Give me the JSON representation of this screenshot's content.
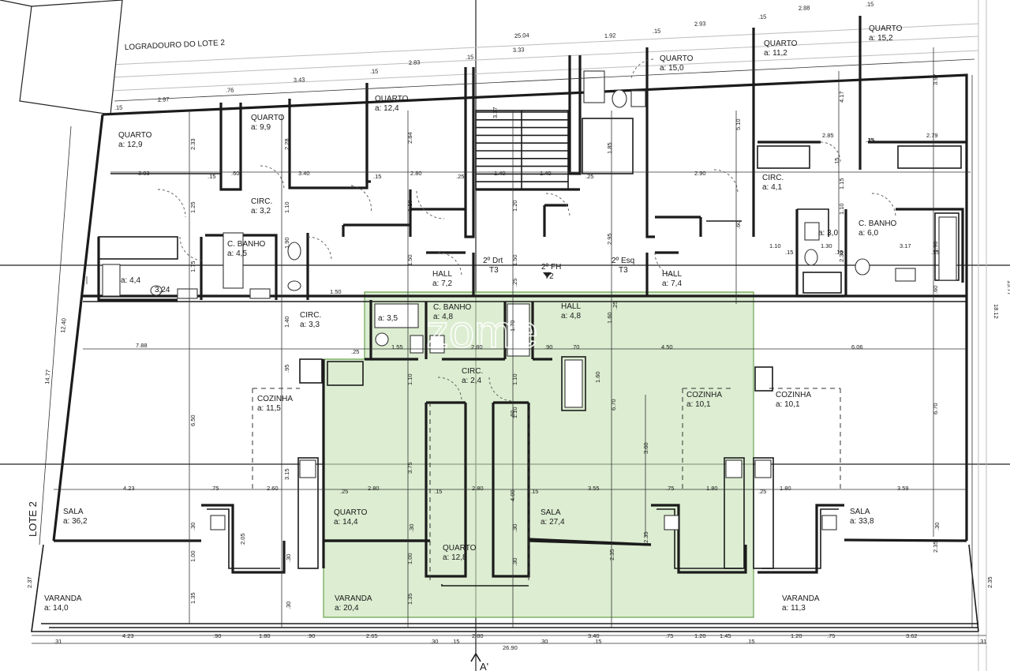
{
  "colors": {
    "highlight": "#c9e3b9",
    "highlight_border": "#6aa34f",
    "wall": "#1b1b1b",
    "background": "#ffffff"
  },
  "labels": {
    "logradouro": "LOGRADOURO DO LOTE 2",
    "lote": "LOTE 2",
    "section": "A'",
    "watermark": "zome"
  },
  "units": [
    {
      "id": "t3-drt",
      "name": "2º Drt",
      "type": "T3"
    },
    {
      "id": "t2-fh",
      "name": "2º FH",
      "type": "T2"
    },
    {
      "id": "t3-esq",
      "name": "2º Esq",
      "type": "T3"
    }
  ],
  "rooms": [
    {
      "id": "quarto-12-9",
      "name": "QUARTO",
      "area": "a: 12,9"
    },
    {
      "id": "quarto-9-9",
      "name": "QUARTO",
      "area": "a: 9,9"
    },
    {
      "id": "quarto-12-4",
      "name": "QUARTO",
      "area": "a: 12,4"
    },
    {
      "id": "circ-3-2",
      "name": "CIRC.",
      "area": "a: 3,2"
    },
    {
      "id": "cbanho-4-5",
      "name": "C. BANHO",
      "area": "a: 4,5"
    },
    {
      "id": "wc-4-4",
      "name": "",
      "area": "a: 4,4"
    },
    {
      "id": "wc-3-24",
      "name": "",
      "area": "3,24"
    },
    {
      "id": "hall-7-2",
      "name": "HALL",
      "area": "a: 7,2"
    },
    {
      "id": "circ-3-3",
      "name": "CIRC.",
      "area": "a: 3,3"
    },
    {
      "id": "cozinha-11-5",
      "name": "COZINHA",
      "area": "a: 11,5"
    },
    {
      "id": "sala-36-2",
      "name": "SALA",
      "area": "a: 36,2"
    },
    {
      "id": "varanda-14-0",
      "name": "VARANDA",
      "area": "a: 14,0"
    },
    {
      "id": "cbanho-4-8",
      "name": "C. BANHO",
      "area": "a: 4,8"
    },
    {
      "id": "wc-3-5",
      "name": "",
      "area": "a: 3,5"
    },
    {
      "id": "hall-4-8",
      "name": "HALL",
      "area": "a: 4,8"
    },
    {
      "id": "circ-2-4",
      "name": "CIRC.",
      "area": "a: 2,4"
    },
    {
      "id": "quarto-14-4",
      "name": "QUARTO",
      "area": "a: 14,4"
    },
    {
      "id": "quarto-12-8",
      "name": "QUARTO",
      "area": "a: 12,8"
    },
    {
      "id": "sala-27-4",
      "name": "SALA",
      "area": "a: 27,4"
    },
    {
      "id": "cozinha-10-1a",
      "name": "COZINHA",
      "area": "a: 10,1"
    },
    {
      "id": "varanda-20-4",
      "name": "VARANDA",
      "area": "a: 20,4"
    },
    {
      "id": "quarto-15-0",
      "name": "QUARTO",
      "area": "a: 15,0"
    },
    {
      "id": "quarto-11-2",
      "name": "QUARTO",
      "area": "a: 11,2"
    },
    {
      "id": "quarto-15-2",
      "name": "QUARTO",
      "area": "a: 15,2"
    },
    {
      "id": "circ-4-1",
      "name": "CIRC.",
      "area": "a: 4,1"
    },
    {
      "id": "wc-3-0",
      "name": "",
      "area": "a: 3,0"
    },
    {
      "id": "cbanho-6-0",
      "name": "C. BANHO",
      "area": "a: 6,0"
    },
    {
      "id": "hall-7-4",
      "name": "HALL",
      "area": "a: 7,4"
    },
    {
      "id": "cozinha-10-1b",
      "name": "COZINHA",
      "area": "a: 10,1"
    },
    {
      "id": "sala-33-8",
      "name": "SALA",
      "area": "a: 33,8"
    },
    {
      "id": "varanda-11-3",
      "name": "VARANDA",
      "area": "a: 11,3"
    }
  ],
  "dimensions": {
    "top_outer": [
      "25.04",
      "2.88",
      "2.93",
      "1.92",
      "3.33",
      "2.83",
      "3.43",
      ".76",
      "2.97",
      ".15",
      ".15",
      ".15",
      ".15",
      ".15",
      ".15"
    ],
    "top_inner": [
      "3.03",
      ".15",
      ".60",
      "3.40",
      ".15",
      "2.80",
      ".25",
      "1.40",
      "1.40",
      ".25",
      "2.90",
      ".15",
      "2.85",
      ".15",
      "2.79"
    ],
    "mid_a": [
      "1.50",
      "1.10",
      ".15",
      "1.30",
      ".15",
      "3.17",
      ".15"
    ],
    "mid_b": [
      "7.88",
      ".25",
      "1.55",
      "2.80",
      ".90",
      ".70",
      "4.50",
      "6.06"
    ],
    "mid_c": [
      "4.23",
      ".75",
      "2.60",
      ".25",
      "2.80",
      ".15",
      "2.80",
      ".15",
      "3.55",
      ".75",
      "1.80",
      ".25",
      "1.80",
      "3.59"
    ],
    "bottom": [
      "4.23",
      ".90",
      "1.80",
      ".90",
      "2.65",
      "2.80",
      "3.40",
      ".75",
      "1.20",
      "1.45",
      "1.20",
      ".75",
      "3.62"
    ],
    "bottom_small": [
      ".31",
      ".30",
      ".15",
      ".30",
      ".15",
      ".15",
      ".31"
    ],
    "bottom_total": "26.90",
    "vertical_left": [
      "2.33",
      "1.25",
      "1.75",
      "6.50",
      "2.05",
      "1.00",
      "1.35",
      ".30",
      ".30",
      ".30"
    ],
    "vertical_mid": [
      "2.28",
      "1.10",
      "1.90",
      "1.40",
      ".95",
      "3.15",
      "2.84",
      "1.10",
      "1.50",
      "1.10",
      "3.75",
      "1.00",
      "1.35",
      ".30",
      "1.20",
      ".25",
      "1.10",
      "1.50",
      "3.37",
      "1.85",
      "2.95",
      "1.10",
      "1.60",
      ".25",
      "1.70",
      "1.60",
      ".60",
      "4.00",
      "6.70",
      "3.60",
      "2.35",
      "2.35",
      ".30",
      ".30"
    ],
    "vertical_right": [
      "3.97",
      "4.17",
      "5.10",
      "1.15",
      "1.10",
      "2.30",
      "1.90",
      ".60",
      ".60",
      "6.70",
      "2.35",
      ".30",
      ".15"
    ],
    "side_totals": [
      "12.40",
      "14.77",
      "15.77",
      "18.12",
      "2.37",
      "2.35"
    ]
  }
}
